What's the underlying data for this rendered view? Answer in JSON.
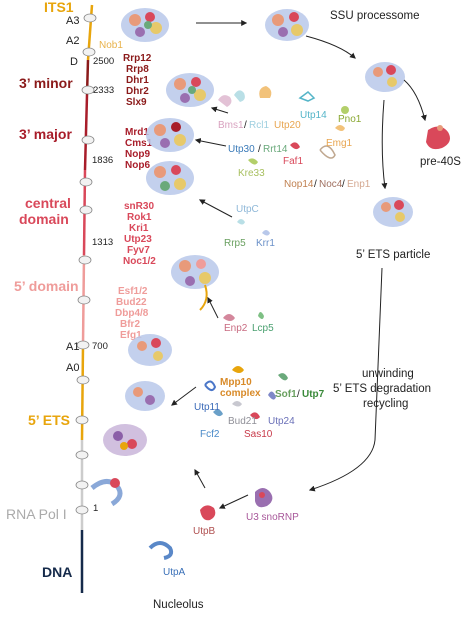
{
  "colors": {
    "its1": "#e8a50c",
    "three_prime_minor": "#8b1a1a",
    "three_prime_major": "#a81d2a",
    "central": "#d9485a",
    "five_domain": "#ef9c9a",
    "five_ets": "#e8a50c",
    "rna_pol": "#aaaaaa",
    "dna": "#152a4a",
    "nob1": "#e8b24a"
  },
  "rrna_sections": [
    {
      "label": "ITS1"
    },
    {
      "label": "3’ minor"
    },
    {
      "label": "3’ major"
    },
    {
      "label": "central domain"
    },
    {
      "label": "5’ domain"
    },
    {
      "label": "5’ ETS"
    },
    {
      "label": "RNA Pol I"
    },
    {
      "label": "DNA"
    }
  ],
  "cleavage_sites": [
    "A3",
    "A2",
    "D",
    "A1",
    "A0"
  ],
  "positions": [
    "2500",
    "2333",
    "1836",
    "1313",
    "700",
    "1"
  ],
  "factor_groups": {
    "nob1": "Nob1",
    "minor": [
      "Rrp12",
      "Rrp8",
      "Dhr1",
      "Dhr2",
      "Slx9"
    ],
    "major": [
      "Mrd1",
      "Cms1",
      "Nop9",
      "Nop6"
    ],
    "central": [
      "snR30",
      "Rok1",
      "Kri1",
      "Utp23",
      "Fyv7",
      "Noc1/2"
    ],
    "five": [
      "Esf1/2",
      "Bud22",
      "Dbp4/8",
      "Bfr2",
      "Efg1"
    ]
  },
  "protein_labels": {
    "bms1": "Bms1",
    "rcl1": "Rcl1",
    "utp20": "Utp20",
    "utp14": "Utp14",
    "pno1": "Pno1",
    "emg1": "Emg1",
    "utp30": "Utp30",
    "rrt14": "Rrt14",
    "faf1": "Faf1",
    "kre33": "Kre33",
    "nop14": "Nop14",
    "noc4": "Noc4",
    "enp1": "Enp1",
    "utpc": "UtpC",
    "rrp5": "Rrp5",
    "krr1": "Krr1",
    "enp2": "Enp2",
    "lcp5": "Lcp5",
    "mpp10": "Mpp10",
    "complex": "complex",
    "sof1": "Sof1",
    "utp7": "Utp7",
    "utp11": "Utp11",
    "bud21": "Bud21",
    "utp24": "Utp24",
    "fcf2": "Fcf2",
    "sas10": "Sas10",
    "u3snornp": "U3 snoRNP",
    "utpb": "UtpB",
    "utpa": "UtpA"
  },
  "stage_labels": {
    "ssu": "SSU processome",
    "pre40s": "pre-40S",
    "five_ets_particle": "5’ ETS particle",
    "unwinding": "unwinding",
    "degradation": "5’ ETS degradation",
    "recycling": "recycling",
    "nucleolus": "Nucleolus"
  }
}
